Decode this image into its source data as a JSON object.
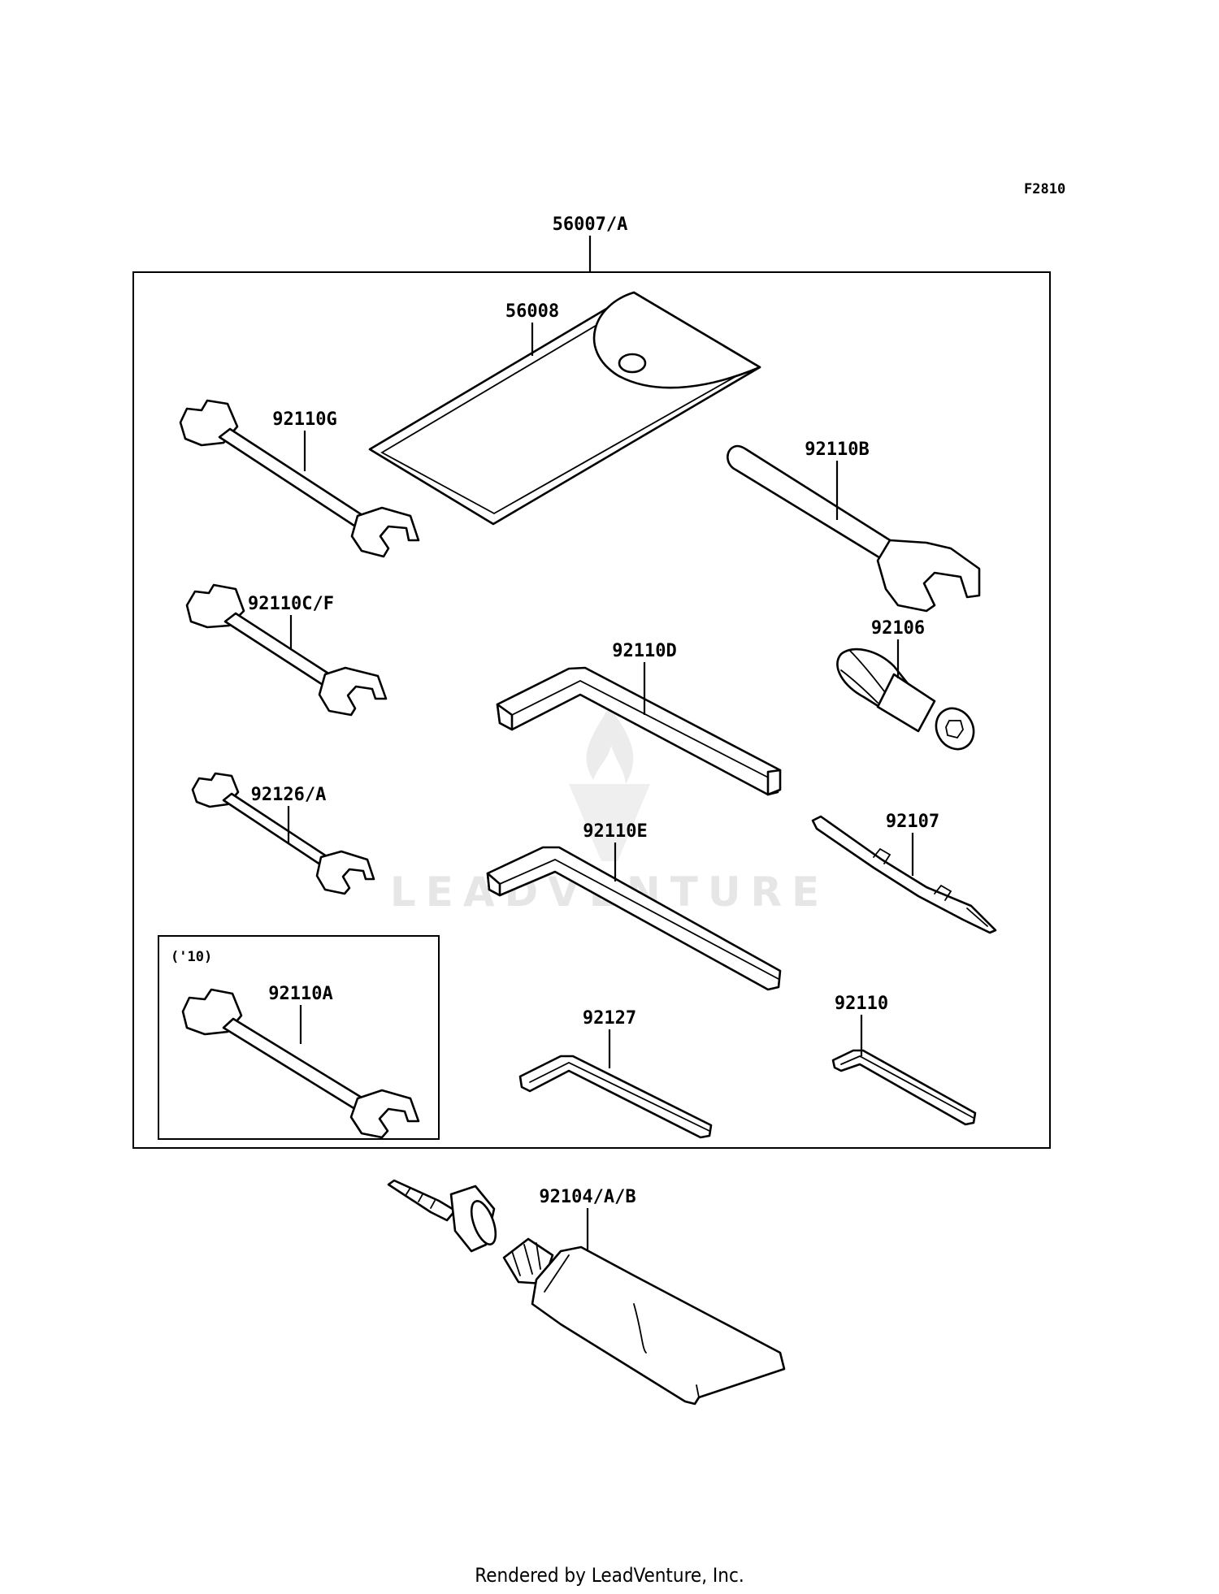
{
  "figure_code": "F2810",
  "kit_label": "56007/A",
  "callouts": {
    "pouch": "56008",
    "wrench_g": "92110G",
    "wrench_b": "92110B",
    "wrench_cf": "92110C/F",
    "hex_d": "92110D",
    "driver_handle": "92106",
    "wrench_126": "92126/A",
    "hex_e": "92110E",
    "screwdriver": "92107",
    "sub_box_ref": "('10)",
    "wrench_a": "92110A",
    "hex_127": "92127",
    "hex_110": "92110",
    "grease_tube": "92104/A/B"
  },
  "watermark": "LEADVENTURE",
  "footer": "Rendered by LeadVenture, Inc."
}
